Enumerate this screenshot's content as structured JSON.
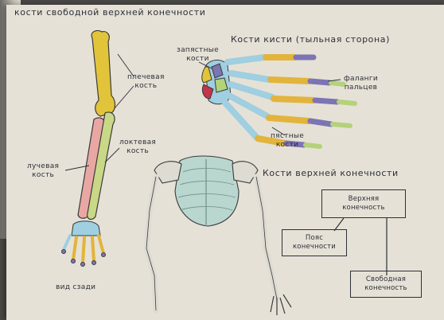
{
  "heading_arm": "кости свободной верхней конечности",
  "heading_hand": "Кости кисти (тыльная сторона)",
  "heading_scheme": "Кости верхней конечности",
  "labels": {
    "humerus": "плечевая\nкость",
    "radius": "лучевая\nкость",
    "ulna": "локтевая\nкость",
    "back_view": "вид сзади",
    "carpals": "запястные\nкости",
    "phalanges": "фаланги\nпальцев",
    "metacarpals": "пястные\nкости"
  },
  "scheme": {
    "upper_limb": "Верхняя\nконечность",
    "girdle": "Пояс\nконечности",
    "free_limb": "Свободная\nконечность"
  },
  "colors": {
    "humerus": "#e2c43a",
    "radius": "#e8a7a3",
    "ulna": "#c9d886",
    "hand_blue": "#9fcfe0",
    "metacarpal_yellow": "#e2b43c",
    "phalanx_purple": "#7d74b4",
    "fingertip_green": "#b3d27a",
    "ribcage": "#b9d7cf",
    "skeleton_bone": "#dedbd2"
  }
}
